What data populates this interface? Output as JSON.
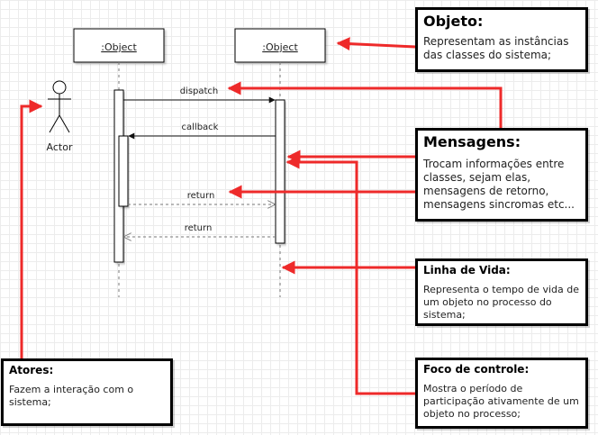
{
  "lifelines": [
    {
      "label": ":Object"
    },
    {
      "label": ":Object"
    }
  ],
  "actor": {
    "label": "Actor"
  },
  "messages": {
    "dispatch": "dispatch",
    "callback": "callback",
    "return_1": "return",
    "return_2": "return"
  },
  "notes": {
    "objeto": {
      "title": "Objeto:",
      "body": "Representam as instâncias das classes do sistema;"
    },
    "mensagens": {
      "title": "Mensagens:",
      "body": "Trocam informações entre classes, sejam elas, mensagens de retorno, mensagens sincromas etc..."
    },
    "linha_de_vida": {
      "title": "Linha de Vida:",
      "body": "Representa o tempo de vida de um objeto no processo do sistema;"
    },
    "atores": {
      "title": "Atores:",
      "body": "Fazem a interação com o sistema;"
    },
    "foco_de_controle": {
      "title": "Foco de controle:",
      "body": "Mostra o período de participação ativamente de um objeto no processo;"
    }
  },
  "colors": {
    "arrow": "#ee2a2a",
    "line": "#111111",
    "dashed": "#777777"
  }
}
